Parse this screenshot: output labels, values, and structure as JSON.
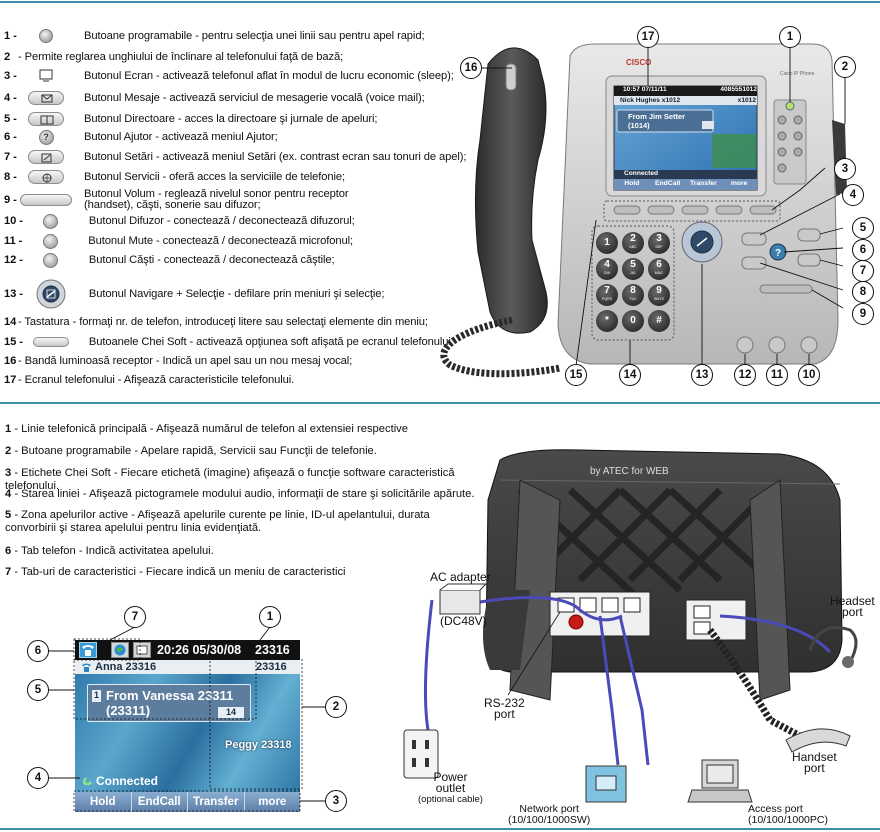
{
  "top_legend": [
    {
      "num": "1 -",
      "icon": "line-button-icon",
      "text": "Butoane programabile - pentru selecţia unei linii sau pentru apel rapid;"
    },
    {
      "num": "2",
      "icon": "",
      "text": "- Permite reglarea unghiului de înclinare al telefonului faţă de bază;"
    },
    {
      "num": "3 -",
      "icon": "display-button-icon",
      "text": "Butonul Ecran - activează telefonul aflat în modul de lucru economic (sleep);"
    },
    {
      "num": "4 -",
      "icon": "messages-button-icon",
      "text": "Butonul Mesaje - activează serviciul de mesagerie vocală (voice mail);"
    },
    {
      "num": "5 -",
      "icon": "directories-button-icon",
      "text": "Butonul Directoare - acces la directoare şi  jurnale de apeluri;"
    },
    {
      "num": "6 -",
      "icon": "help-button-icon",
      "text": "Butonul Ajutor - activează meniul Ajutor;"
    },
    {
      "num": "7 -",
      "icon": "settings-button-icon",
      "text": "Butonul Setări - activează meniul Setări (ex. contrast ecran sau tonuri de apel);"
    },
    {
      "num": "8 -",
      "icon": "services-button-icon",
      "text": "Butonul Servicii - oferă acces la serviciile de telefonie;"
    },
    {
      "num": "9 -",
      "icon": "volume-button-icon",
      "text": "Butonul Volum - reglează nivelul sonor pentru receptor (handset), căşti, sonerie sau difuzor;"
    },
    {
      "num": "10 -",
      "icon": "speaker-button-icon",
      "text": "Butonul Difuzor -  conectează / deconectează difuzorul;"
    },
    {
      "num": "11 -",
      "icon": "mute-button-icon",
      "text": "Butonul Mute - conectează / deconectează microfonul;"
    },
    {
      "num": "12 -",
      "icon": "headset-button-icon",
      "text": "Butonul Căşti - conectează / deconectează căştile;"
    },
    {
      "num": "13 -",
      "icon": "navigation-button-icon",
      "text": "Butonul Navigare + Selecţie - defilare prin meniuri şi selecţie;"
    },
    {
      "num": "14",
      "icon": "",
      "text": "- Tastatura - formaţi nr. de telefon, introduceţi litere sau selectaţi elemente din meniu;"
    },
    {
      "num": "15 -",
      "icon": "softkey-button-icon",
      "text": "Butoanele Chei Soft - activează opţiunea soft afişată pe ecranul telefonului;"
    },
    {
      "num": "16",
      "icon": "",
      "text": "- Bandă luminoasă receptor - Indică un apel sau un nou mesaj vocal;"
    },
    {
      "num": "17",
      "icon": "",
      "text": "- Ecranul telefonului - Afişează caracteristicile telefonului."
    }
  ],
  "phone": {
    "brand": "CISCO",
    "model": "Cisco IP Phone",
    "screen_time": "10:57 07/11/11",
    "screen_number": "4085551012",
    "screen_line": "Nick Hughes x1012",
    "screen_ext": "x1012",
    "call_from": "From Jim Setter",
    "call_number": "(1014)",
    "status": "Connected",
    "softkeys": [
      "Hold",
      "EndCall",
      "Transfer",
      "more"
    ],
    "keypad": [
      {
        "d": "1",
        "l": ""
      },
      {
        "d": "2",
        "l": "ABC"
      },
      {
        "d": "3",
        "l": "DEF"
      },
      {
        "d": "4",
        "l": "GHI"
      },
      {
        "d": "5",
        "l": "JKL"
      },
      {
        "d": "6",
        "l": "MNO"
      },
      {
        "d": "7",
        "l": "PQRS"
      },
      {
        "d": "8",
        "l": "TUV"
      },
      {
        "d": "9",
        "l": "WXYZ"
      },
      {
        "d": "*",
        "l": ""
      },
      {
        "d": "0",
        "l": ""
      },
      {
        "d": "#",
        "l": ""
      }
    ],
    "callouts": [
      "17",
      "1",
      "16",
      "2",
      "3",
      "4",
      "5",
      "6",
      "7",
      "8",
      "9",
      "15",
      "14",
      "13",
      "12",
      "11",
      "10"
    ]
  },
  "bottom_legend": [
    {
      "num": "1",
      "text": " - Linie telefonică principală - Afişează numărul de telefon al extensiei respective"
    },
    {
      "num": "2",
      "text": " - Butoane programabile - Apelare rapidă, Servicii sau Funcţii de telefonie."
    },
    {
      "num": "3",
      "text": " - Etichete Chei Soft - Fiecare etichetă (imagine) afişează o funcţie software caracteristică telefonului."
    },
    {
      "num": "4",
      "text": " - Starea liniei - Afişează pictogramele modului audio, informaţii de stare şi solicitările apărute."
    },
    {
      "num": "5",
      "text": " - Zona apelurilor active - Afişează apelurile curente pe linie, ID-ul apelantului, durata convorbirii şi starea apelului pentru linia evidenţiată."
    },
    {
      "num": "6",
      "text": " - Tab telefon - Indică activitatea apelului."
    },
    {
      "num": "7",
      "text": " - Tab-uri de caracteristici  - Fiecare indică un meniu de caracteristici"
    }
  ],
  "screen_detail": {
    "time": "20:26 05/30/08",
    "number": "23316",
    "line_name": "Anna 23316",
    "line_right": "23316",
    "call_from": "From Vanessa 23311",
    "call_number": "(23311)",
    "duration": "14",
    "second_line": "Peggy 23318",
    "status": "Connected",
    "softkeys": [
      "Hold",
      "EndCall",
      "Transfer",
      "more"
    ],
    "callouts": [
      "7",
      "1",
      "6",
      "5",
      "2",
      "4",
      "3"
    ]
  },
  "back": {
    "watermark": "by ATEC for WEB",
    "ac_adapter": "AC adapter",
    "ac_model": "(DC48V)",
    "rs232_1": "RS-232",
    "rs232_2": "port",
    "power_1": "Power",
    "power_2": "outlet",
    "power_3": "(optional cable)",
    "network_1": "Network port",
    "network_2": "(10/100/1000SW)",
    "access_1": "Access port",
    "access_2": "(10/100/1000PC)",
    "headset_1": "Headset",
    "headset_2": "port",
    "handset_1": "Handset",
    "handset_2": "port"
  },
  "colors": {
    "rule": "#3f8fae",
    "screen_blue": "#3b86b4",
    "cable": "#4a4ab8",
    "backplate": "#3e3e3e"
  }
}
